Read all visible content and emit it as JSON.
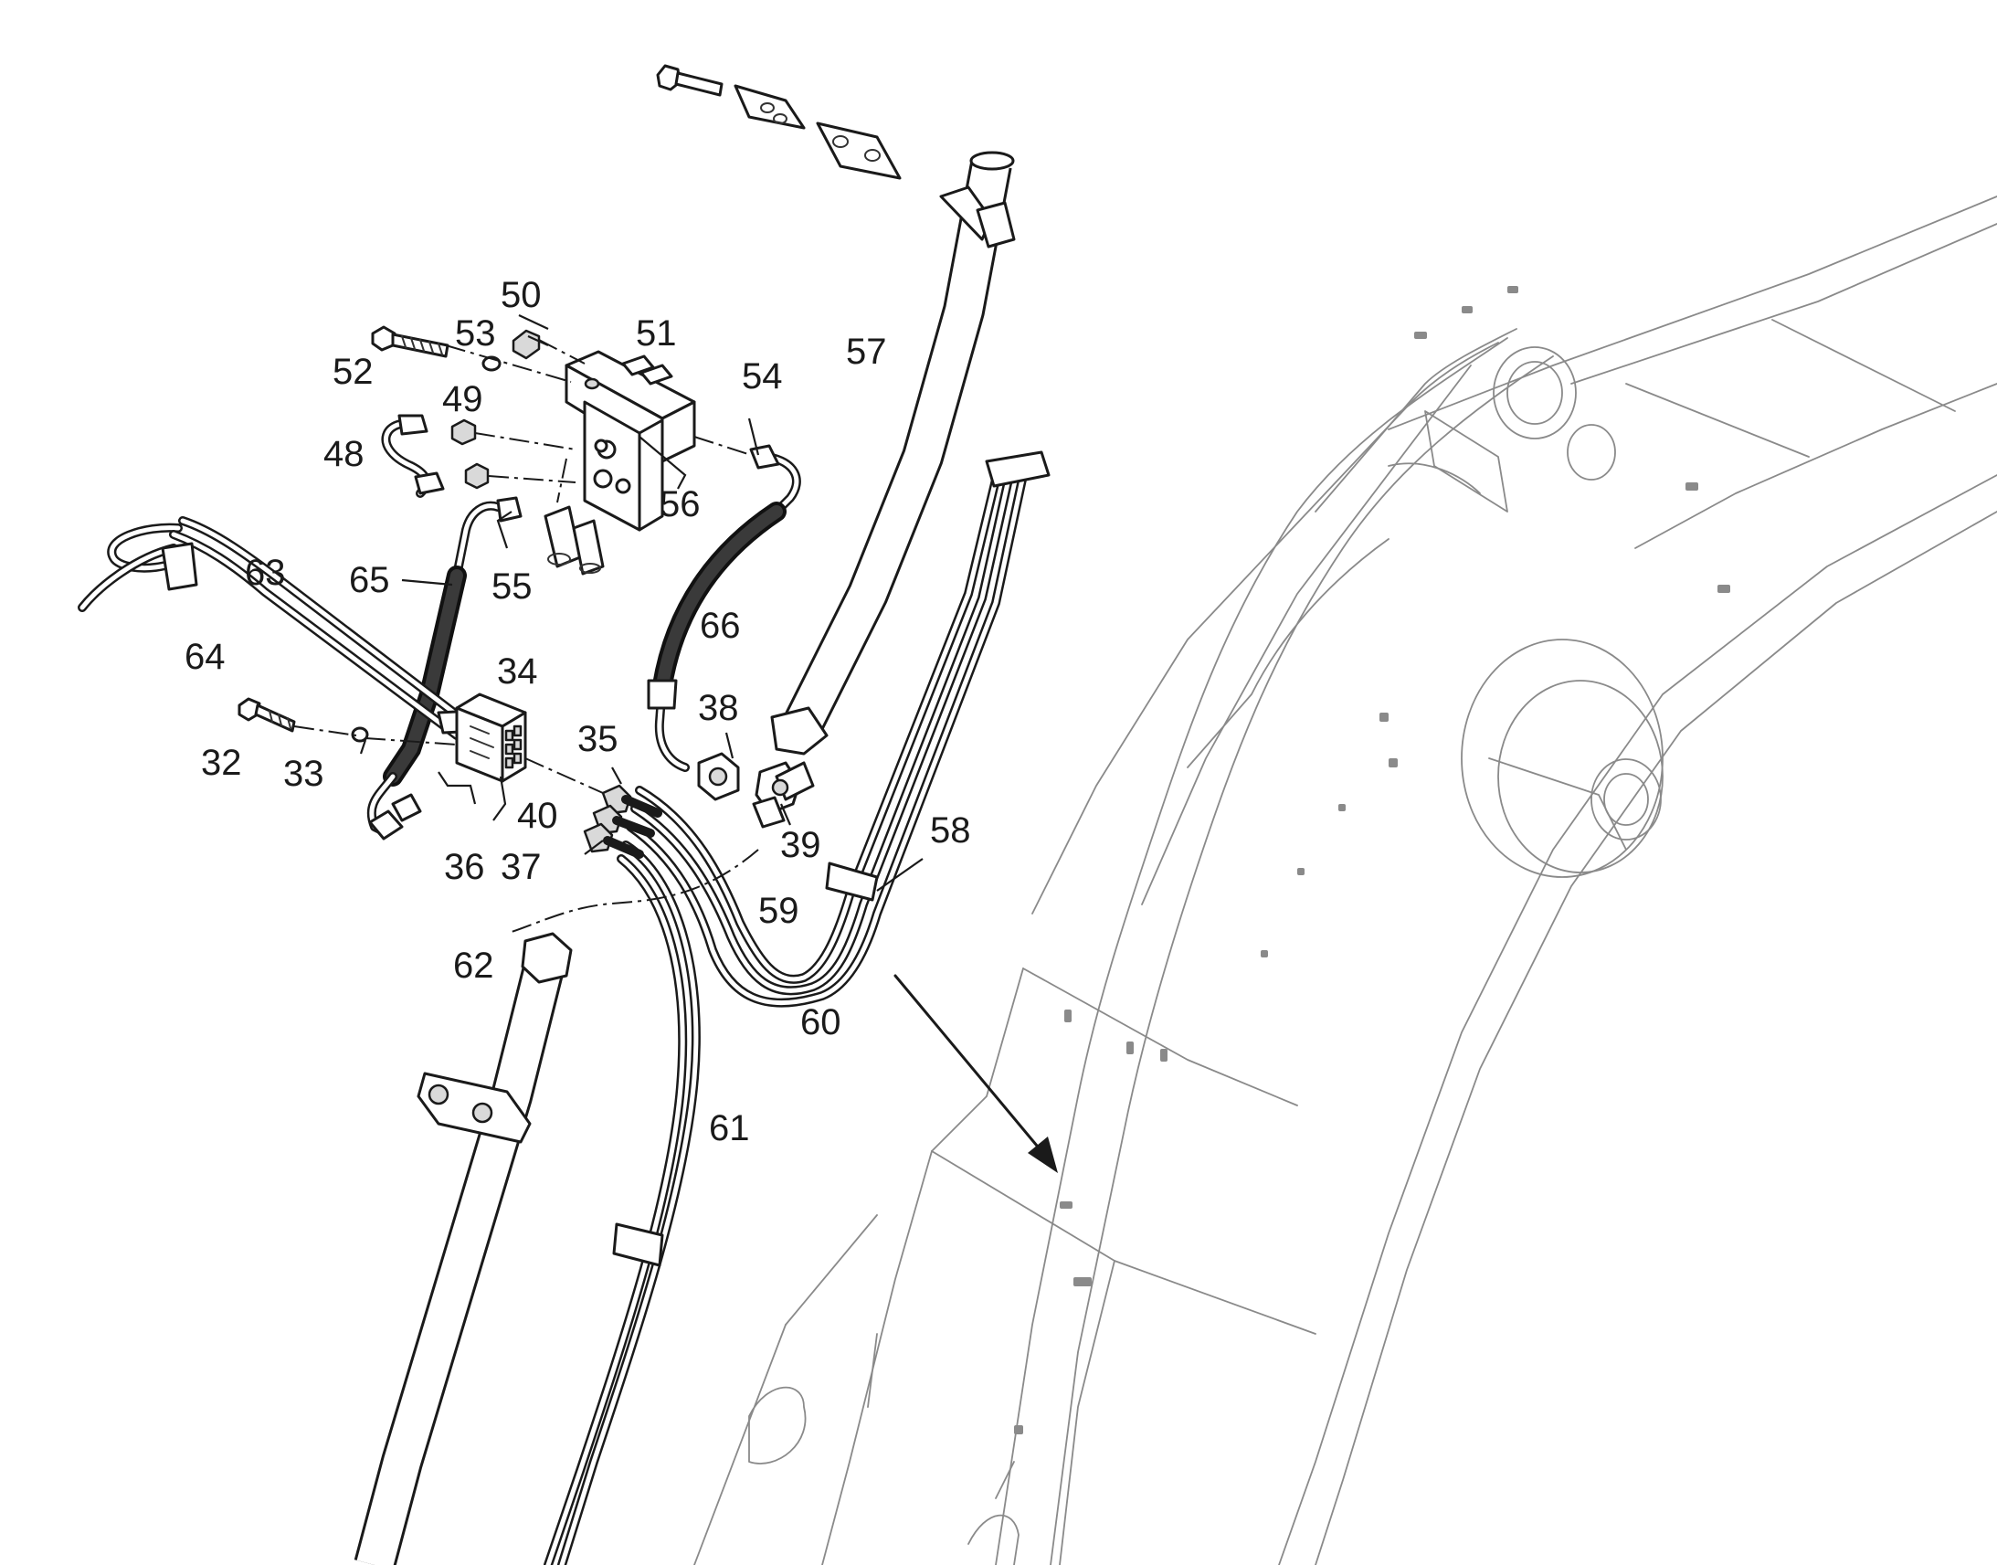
{
  "callouts": {
    "c32": "32",
    "c33": "33",
    "c34": "34",
    "c35": "35",
    "c36": "36",
    "c37": "37",
    "c38": "38",
    "c39": "39",
    "c40": "40",
    "c48": "48",
    "c49": "49",
    "c50": "50",
    "c51": "51",
    "c52": "52",
    "c53": "53",
    "c54": "54",
    "c55": "55",
    "c56": "56",
    "c57": "57",
    "c58": "58",
    "c59": "59",
    "c60": "60",
    "c61": "61",
    "c62": "62",
    "c63": "63",
    "c64": "64",
    "c65": "65",
    "c66": "66"
  },
  "colors": {
    "line": "#1a1a1a",
    "boom_outline": "#8a8a8a",
    "background": "#ffffff"
  }
}
